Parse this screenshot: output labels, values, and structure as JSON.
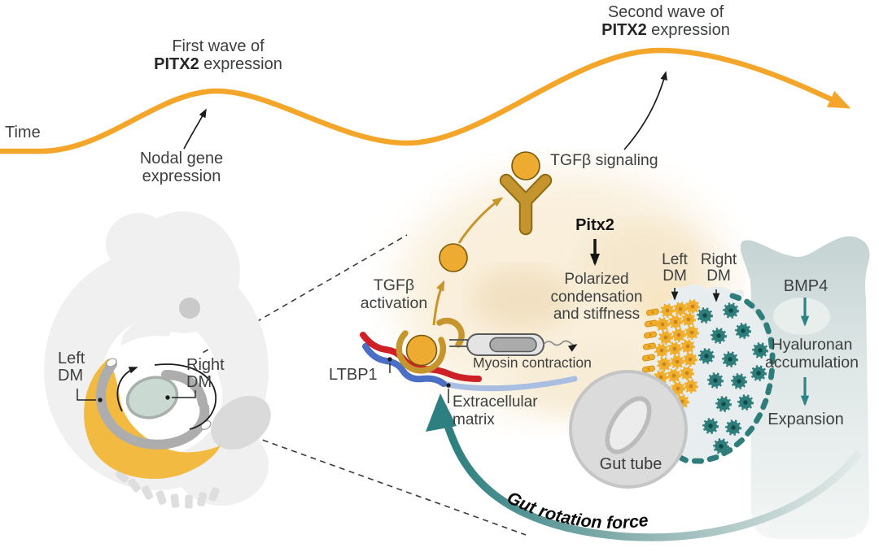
{
  "timeline": {
    "time": "Time",
    "first_wave_line1": "First wave of",
    "first_wave_gene": "PITX2",
    "first_wave_line2": "expression",
    "second_wave_line1": "Second wave of",
    "second_wave_gene": "PITX2",
    "second_wave_line2": "expression",
    "nodal_line1": "Nodal gene",
    "nodal_line2": "expression",
    "tgfb_signaling": "TGFβ signaling"
  },
  "embryo": {
    "left_dm_line1": "Left",
    "left_dm_line2": "DM",
    "right_dm_line1": "Right",
    "right_dm_line2": "DM"
  },
  "mechanism": {
    "tgfb_activation_line1": "TGFβ",
    "tgfb_activation_line2": "activation",
    "ltbp1": "LTBP1",
    "ecm_line1": "Extracellular",
    "ecm_line2": "matrix",
    "myosin": "Myosin contraction",
    "pitx2": "Pitx2",
    "polarized_line1": "Polarized",
    "polarized_line2": "condensation",
    "polarized_line3": "and stiffness"
  },
  "dm_panel": {
    "left_dm_line1": "Left",
    "left_dm_line2": "DM",
    "right_dm_line1": "Right",
    "right_dm_line2": "DM"
  },
  "bmp4_panel": {
    "bmp4": "BMP4",
    "hyaluronan_line1": "Hyaluronan",
    "hyaluronan_line2": "accumulation",
    "expansion": "Expansion"
  },
  "gut": {
    "gut_tube": "Gut tube",
    "rotation_force": "Gut rotation force"
  },
  "colors": {
    "wave_gold": "#F4A62B",
    "deep_gold": "#C6952C",
    "teal": "#2E7F80",
    "ltbp1_red": "#CE2127",
    "ecm_blue": "#4A6FC4"
  }
}
